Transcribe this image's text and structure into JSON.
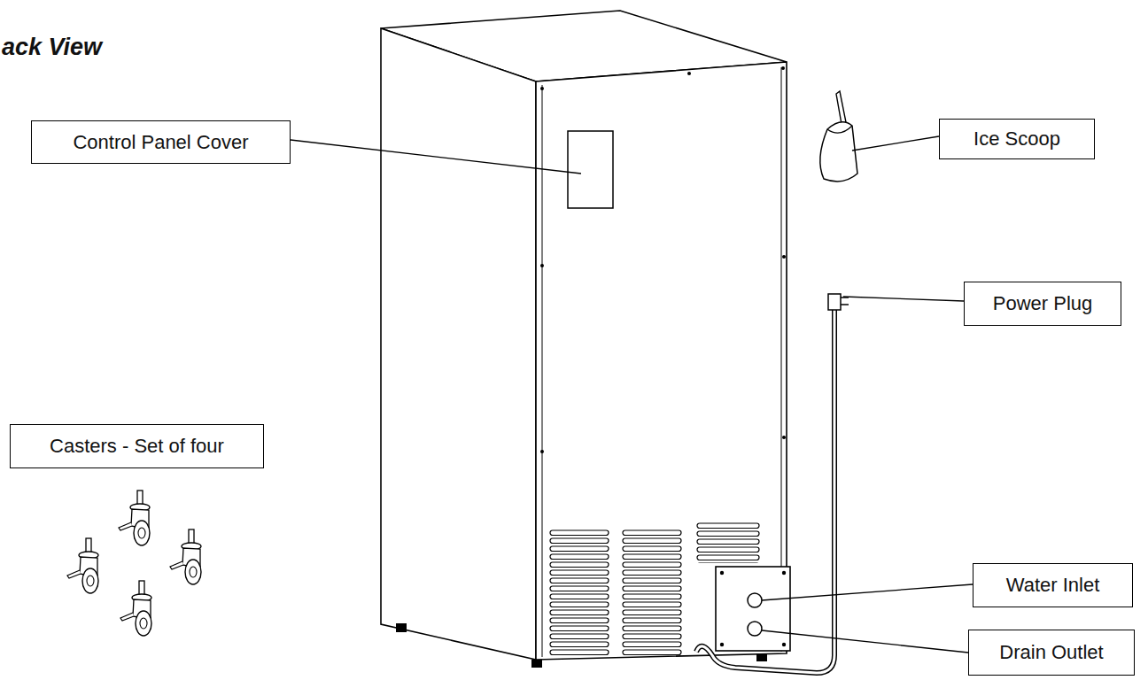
{
  "diagram": {
    "title": "ack View",
    "nodes": [
      {
        "text": [
          "Control Panel Cover"
        ]
      },
      {
        "text": [
          "Ice Scoop"
        ]
      },
      {
        "text": [
          "Power Plug"
        ]
      },
      {
        "text": [
          "Casters - Set of four"
        ]
      },
      {
        "text": [
          "Water Inlet"
        ]
      },
      {
        "text": [
          "Drain Outlet"
        ]
      }
    ]
  }
}
